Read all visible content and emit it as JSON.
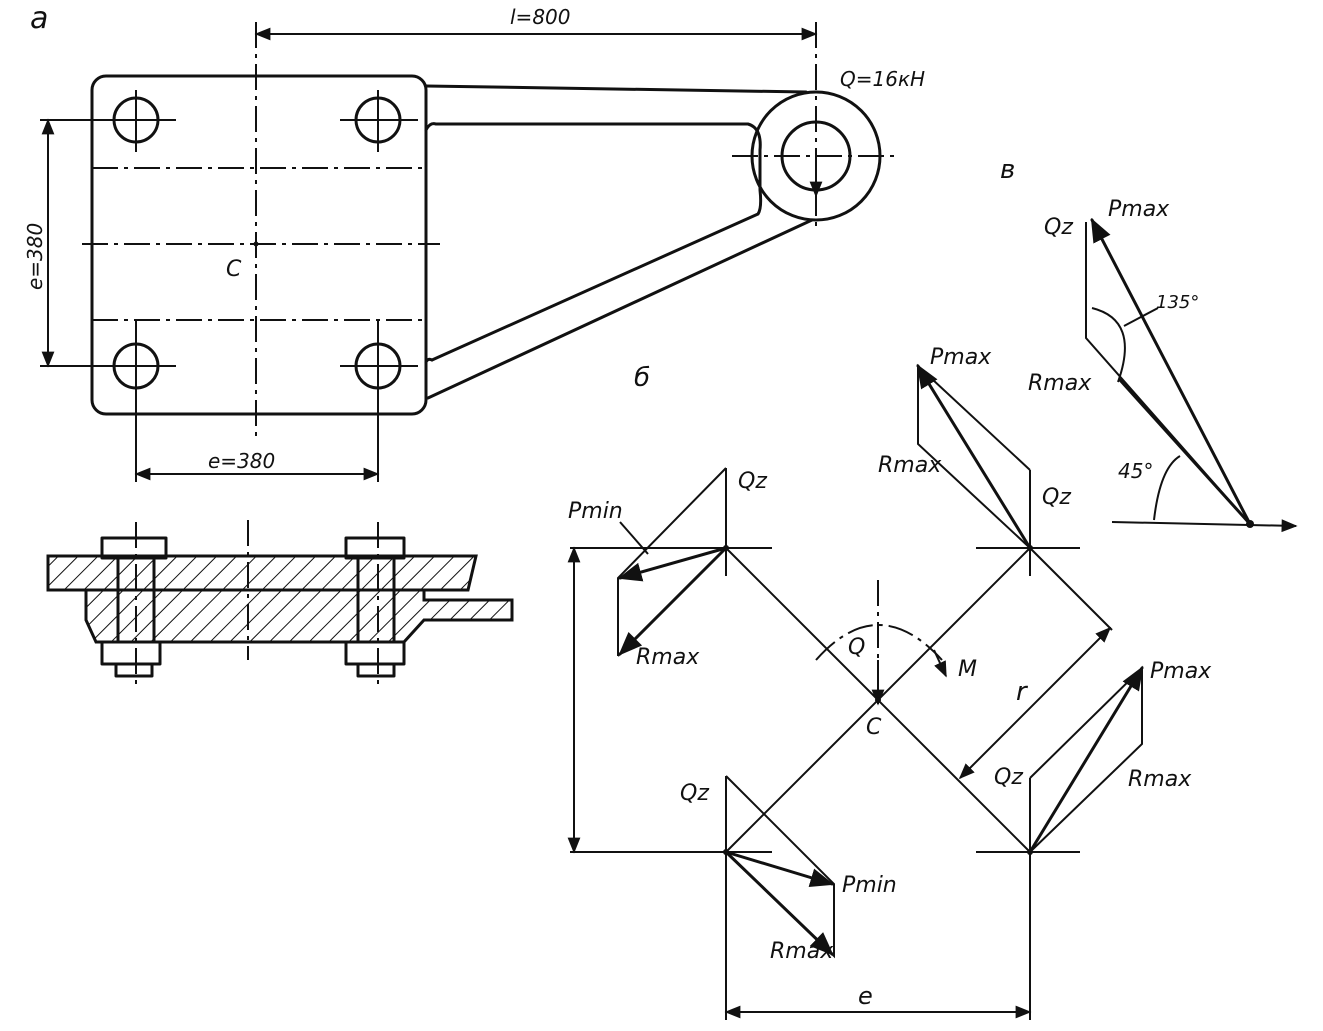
{
  "panels": {
    "a": "а",
    "b": "б",
    "v": "в"
  },
  "drawing": {
    "length_label": "l=800",
    "load_label": "Q=16кН",
    "center_label": "C",
    "spacing_horizontal": "e=380",
    "spacing_vertical": "e=380"
  },
  "force_diagram": {
    "center_label": "C",
    "load_label": "Q",
    "moment_label": "M",
    "radius_label": "r",
    "spacing_label": "e",
    "bolts": [
      {
        "id": "top-left",
        "qz": "Qz",
        "resultant": "Pmin",
        "moment_force": "Rmax"
      },
      {
        "id": "top-right",
        "qz": "Qz",
        "resultant": "Pmax",
        "moment_force": "Rmax"
      },
      {
        "id": "bottom-left",
        "qz": "Qz",
        "resultant": "Pmin",
        "moment_force": "Rmax"
      },
      {
        "id": "bottom-right",
        "qz": "Qz",
        "resultant": "Pmax",
        "moment_force": "Rmax"
      }
    ]
  },
  "vector_triangle": {
    "qz": "Qz",
    "resultant": "Pmax",
    "moment_force": "Rmax",
    "angle_large": "135°",
    "angle_small": "45°"
  }
}
